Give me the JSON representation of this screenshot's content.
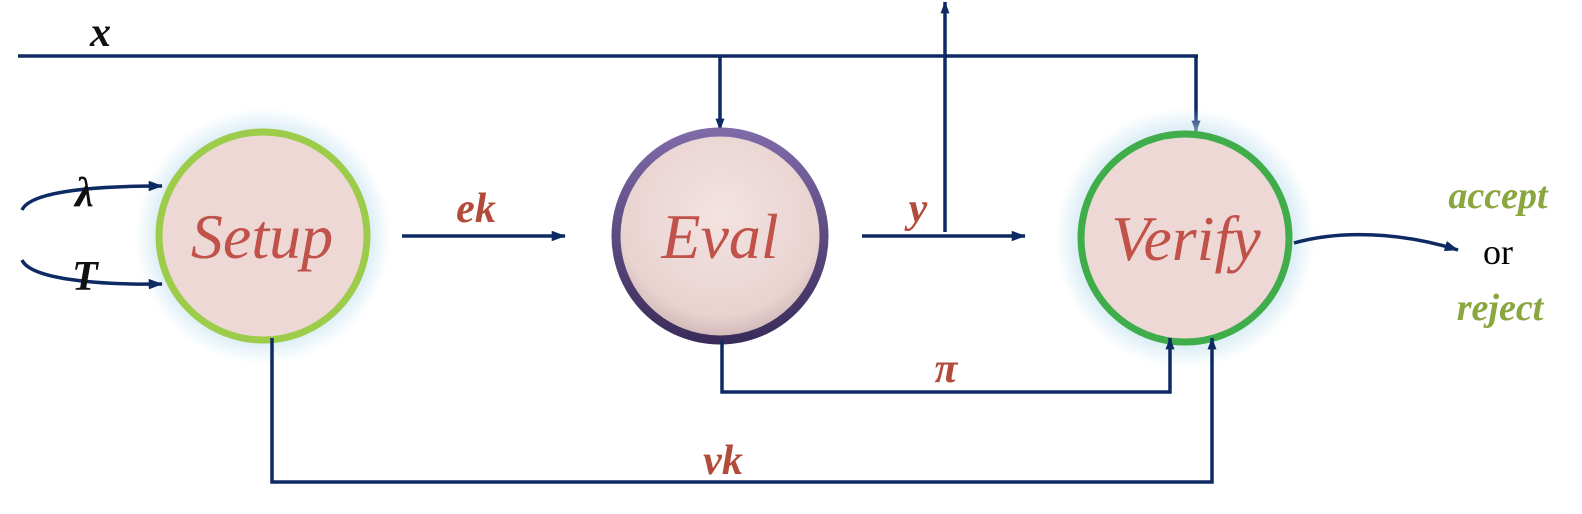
{
  "nodes": {
    "setup": "Setup",
    "eval": "Eval",
    "verify": "Verify"
  },
  "inputs": {
    "x": "x",
    "lambda": "λ",
    "t": "T"
  },
  "edges": {
    "ek": "ek",
    "y": "y",
    "pi": "π",
    "vk": "vk"
  },
  "outcome": {
    "accept": "accept",
    "or": "or",
    "reject": "reject"
  },
  "colors": {
    "arrow": "#0e2a63",
    "node_fill": "#eed8d6",
    "node_text": "#c0524a",
    "edge_label": "#b24b3a",
    "setup_border": "#9ccc4a",
    "eval_border": "#5e4a86",
    "verify_border": "#3fae4a",
    "glow": "#bfe0ef",
    "outcome": "#8aa63f"
  }
}
